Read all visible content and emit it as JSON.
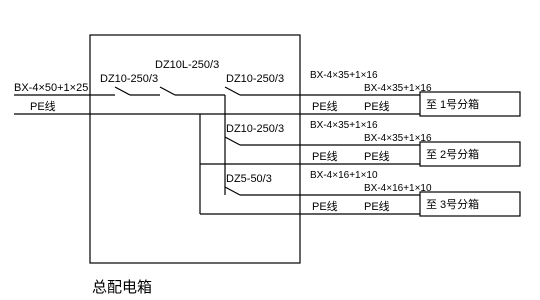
{
  "incoming": {
    "cable": "BX-4×50+1×25",
    "pe": "PE线"
  },
  "switches": {
    "main": "DZ10-250/3",
    "leakage": "DZ10L-250/3"
  },
  "branches": [
    {
      "breaker": "DZ10-250/3",
      "cable_top": "BX-4×35+1×16",
      "cable_bottom": "BX-4×35+1×16",
      "pe_left": "PE线",
      "pe_right": "PE线",
      "destination": "至 1号分箱"
    },
    {
      "breaker": "DZ10-250/3",
      "cable_top": "BX-4×35+1×16",
      "cable_bottom": "BX-4×35+1×16",
      "pe_left": "PE线",
      "pe_right": "PE线",
      "destination": "至 2号分箱"
    },
    {
      "breaker": "DZ5-50/3",
      "cable_top": "BX-4×16+1×10",
      "cable_bottom": "BX-4×16+1×10",
      "pe_left": "PE线",
      "pe_right": "PE线",
      "destination": "至 3号分箱"
    }
  ],
  "box_title": "总配电箱"
}
